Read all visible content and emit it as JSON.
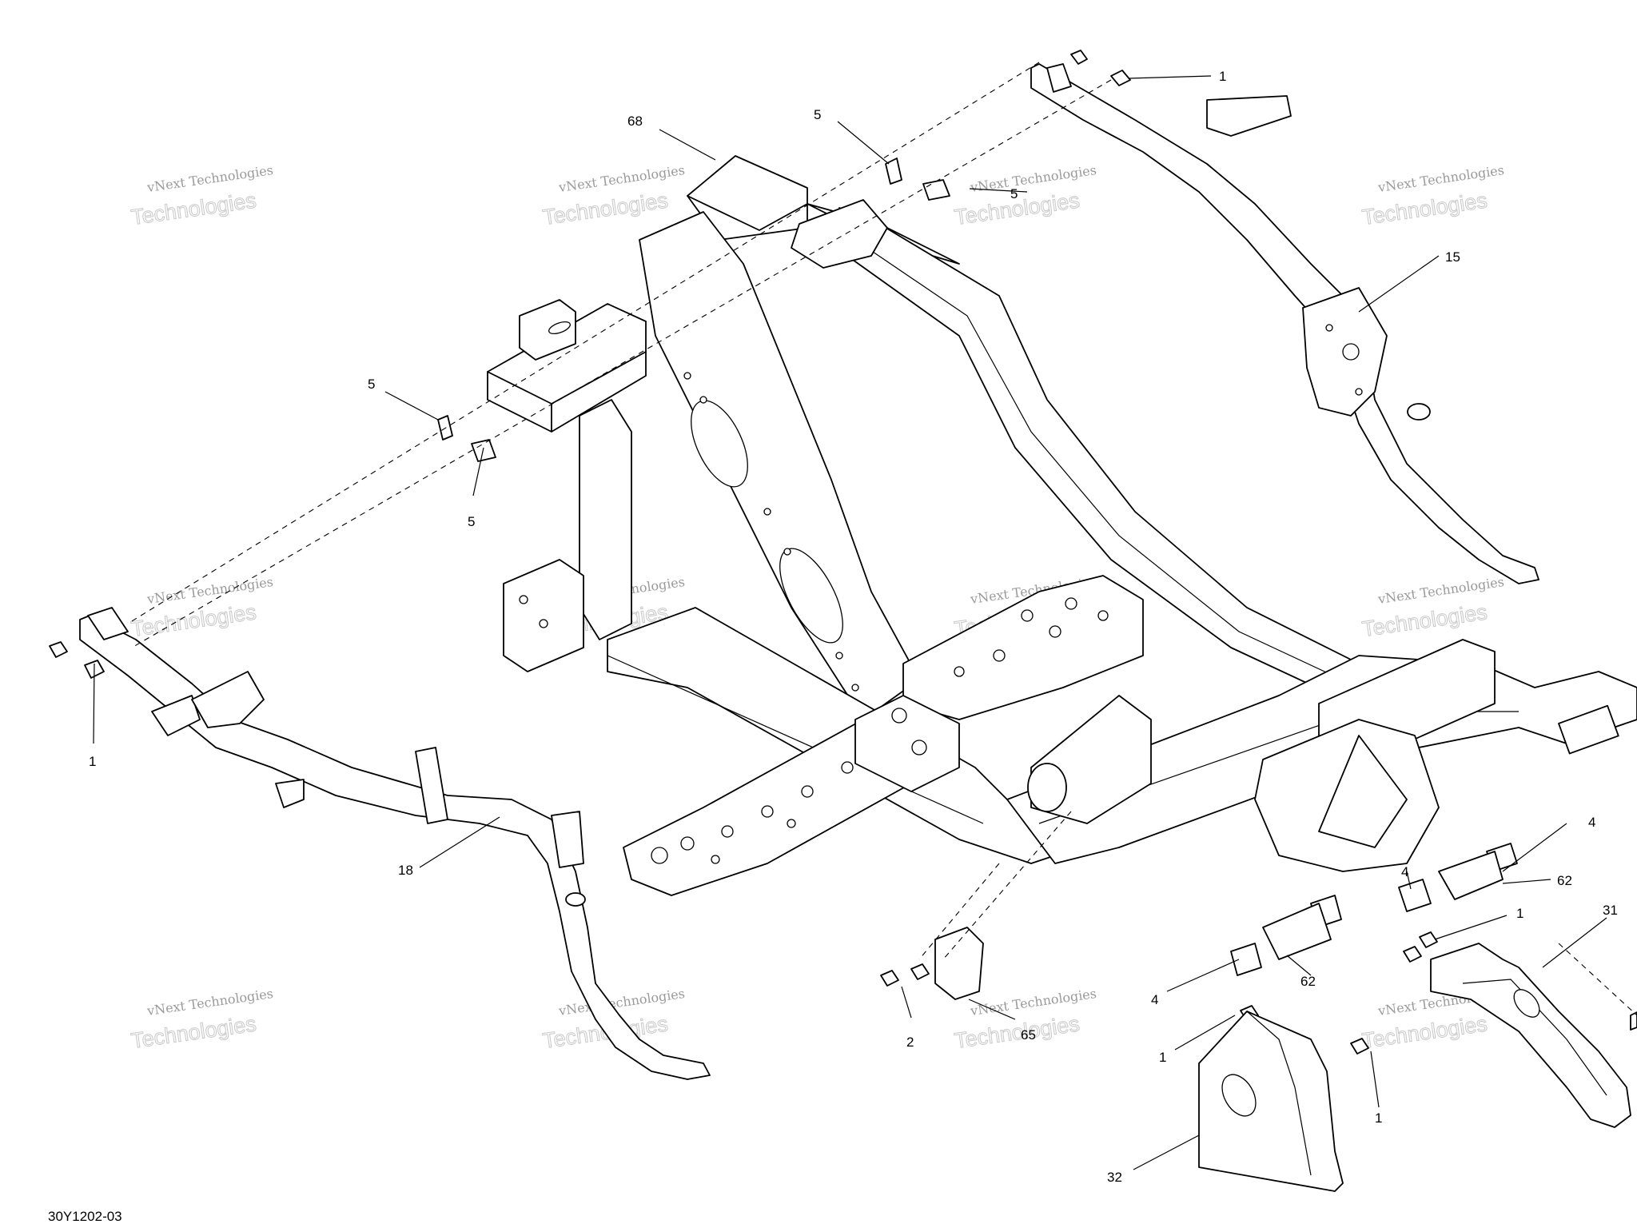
{
  "diagram": {
    "drawing_number": "30Y1202-03",
    "watermark": {
      "line1": "vNext Technologies",
      "line2": "Technologies"
    },
    "callouts": {
      "c1_top": "1",
      "c68": "68",
      "c5_top": "5",
      "c5_topright": "5",
      "c15": "15",
      "c5_left_top": "5",
      "c5_left_bottom": "5",
      "c1_left": "1",
      "c18": "18",
      "c4_right": "4",
      "c62_right": "62",
      "c4_mid": "4",
      "c1_mid": "1",
      "c31": "31",
      "c62_mid": "62",
      "c4_lower": "4",
      "c2": "2",
      "c65": "65",
      "c1_bottom_left": "1",
      "c1_bottom_right": "1",
      "c32": "32"
    }
  }
}
